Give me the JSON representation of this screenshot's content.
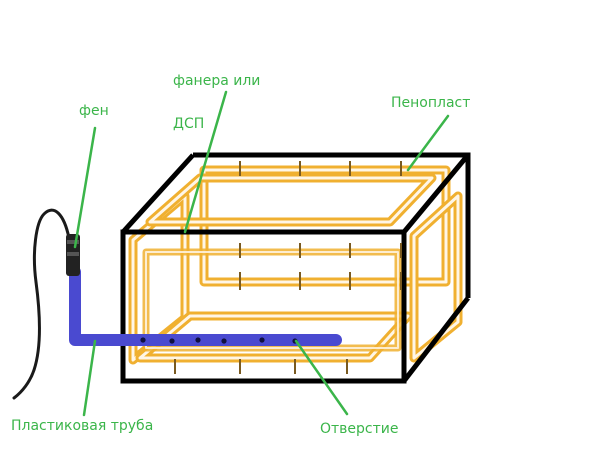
{
  "labels": {
    "fen": "фен",
    "fanera_line1": "фанера или",
    "fanera_line2": "ДСП",
    "penoplast": "Пенопласт",
    "pipe": "Пластиковая труба",
    "hole": "Отверстие"
  },
  "colors": {
    "label_text": "#3bb54a",
    "leader": "#3bb54a",
    "box_frame": "#000000",
    "foam_panels": "#f0b030",
    "pipe": "#4a4ad0",
    "hair_dryer_nozzle": "#222222",
    "cord": "#1a1a1a",
    "holes": "#101040",
    "tick_marks": "#7a5a20"
  }
}
